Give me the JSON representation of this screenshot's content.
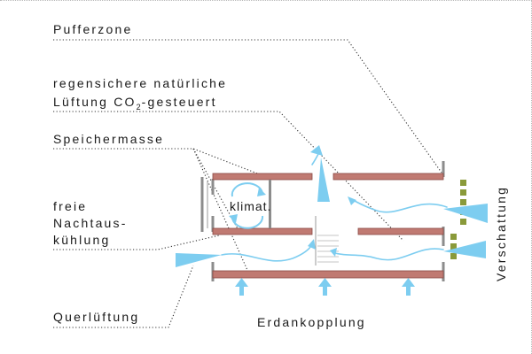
{
  "labels": {
    "pufferzone": "Pufferzone",
    "lueftung_line1": "regensichere natürliche",
    "lueftung_line2_a": "Lüftung CO",
    "lueftung_line2_sub": "2",
    "lueftung_line2_b": "-gesteuert",
    "speichermasse": "Speichermasse",
    "nacht_line1": "freie",
    "nacht_line2": "Nachtaus-",
    "nacht_line3": "kühlung",
    "querlueftung": "Querlüftung",
    "erdankopplung": "Erdankopplung",
    "verschattung": "Verschattung",
    "klimat": "klimat."
  },
  "colors": {
    "slab": "#c07a72",
    "airflow": "#7dcdf0",
    "shading": "#8a9a3a",
    "wall": "#8c8c8c",
    "leader": "#333333"
  }
}
